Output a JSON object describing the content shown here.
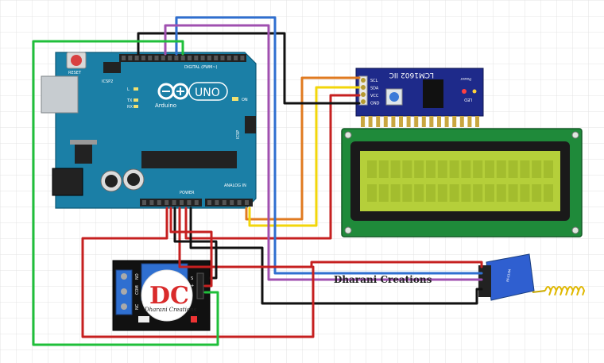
{
  "arduino": {
    "board_name": "UNO",
    "brand": "Arduino",
    "reset_label": "RESET",
    "icsp2_label": "ICSP2",
    "icsp_label": "ICSP",
    "digital_label": "DIGITAL (PWM~)",
    "analog_label": "ANALOG IN",
    "power_label": "POWER",
    "tx_label": "TX",
    "rx_label": "RX",
    "l_label": "L",
    "on_label": "ON"
  },
  "i2c_module": {
    "title": "LCM1602 IIC",
    "pins": [
      "SCL",
      "SDA",
      "VCC",
      "GND"
    ],
    "led_label": "LED",
    "power_label": "Power"
  },
  "relay_module": {
    "pins": [
      "NO",
      "COM",
      "NC"
    ],
    "signal_pins": [
      "S",
      "+",
      "-"
    ]
  },
  "rf_module": {
    "label": "RF433M"
  },
  "watermark": {
    "logo_letters": "DC",
    "logo_caption": "Dharani Creations",
    "overlay_text": "Dharani Creations"
  },
  "colors": {
    "arduino_blue": "#1b7fa6",
    "i2c_blue": "#1e2a8a",
    "lcd_green": "#1f8a3a",
    "lcd_screen": "#b5cf3a",
    "wire_black": "#111111",
    "wire_red": "#c62020",
    "wire_green": "#1fbf3a",
    "wire_blue": "#2f6fd0",
    "wire_purple": "#a050b0",
    "wire_orange": "#e07a20",
    "wire_yellow": "#f2d60a"
  }
}
